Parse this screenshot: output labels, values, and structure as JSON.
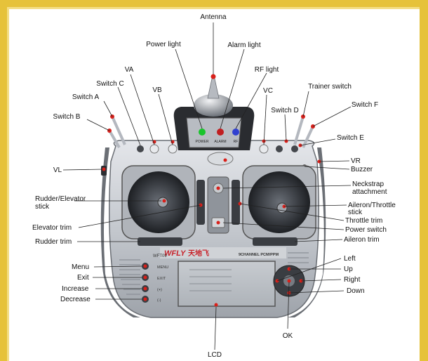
{
  "diagram": {
    "brand": "WFLY",
    "brand_chinese": "天地飞",
    "model": "WFT09",
    "channel_text": "9CHANNEL PCM/PPM",
    "led_labels": [
      "POWER",
      "ALARM",
      "RF"
    ],
    "key_labels": [
      "MENU",
      "EXIT",
      "(+)",
      "(-)"
    ],
    "labels": {
      "antenna": "Antenna",
      "power_light": "Power light",
      "alarm_light": "Alarm light",
      "rf_light": "RF light",
      "va": "VA",
      "vb": "VB",
      "vc": "VC",
      "switch_a": "Switch A",
      "switch_b": "Switch B",
      "switch_c": "Switch C",
      "switch_d": "Switch D",
      "switch_e": "Switch E",
      "switch_f": "Switch F",
      "trainer_switch": "Trainer switch",
      "vl": "VL",
      "vr": "VR",
      "buzzer": "Buzzer",
      "neckstrap_line1": "Neckstrap",
      "neckstrap_line2": "attachment",
      "rudder_elevator_line1": "Rudder/Elevator",
      "rudder_elevator_line2": "stick",
      "aileron_throttle_line1": "Aileron/Throttle",
      "aileron_throttle_line2": "stick",
      "throttle_trim": "Throttle trim",
      "elevator_trim": "Elevator trim",
      "power_switch": "Power switch",
      "rudder_trim": "Rudder trim",
      "aileron_trim": "Aileron trim",
      "menu": "Menu",
      "exit": "Exit",
      "increase": "Increase",
      "decrease": "Decrease",
      "left": "Left",
      "up": "Up",
      "right": "Right",
      "down": "Down",
      "ok": "OK",
      "lcd": "LCD"
    }
  }
}
